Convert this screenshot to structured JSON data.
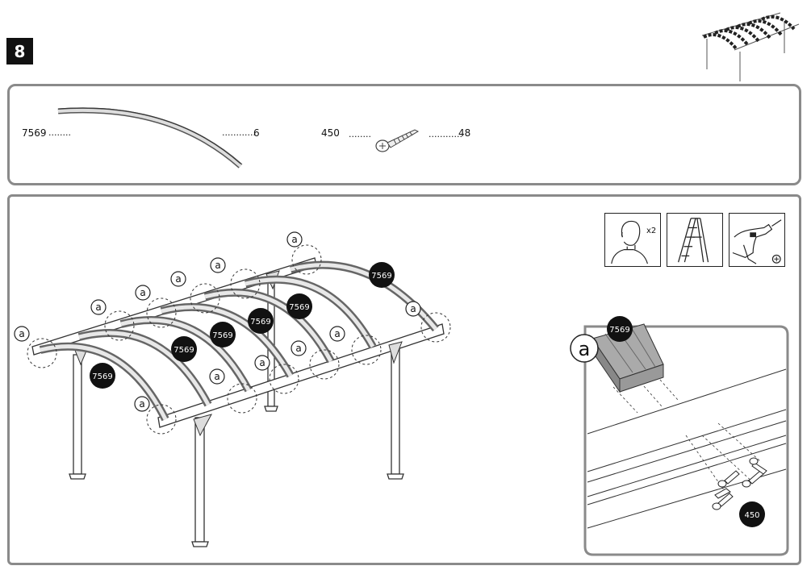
{
  "step_number": "8",
  "parts": [
    {
      "code": "7569",
      "dots_left": "........",
      "dots_right": "............",
      "qty": "6",
      "icon": "curved-rafter-icon"
    },
    {
      "code": "450",
      "dots_left": "........",
      "dots_right": "............",
      "qty": "48",
      "icon": "screw-icon"
    }
  ],
  "tools": [
    {
      "name": "person-icon",
      "label": "x2"
    },
    {
      "name": "ladder-icon"
    },
    {
      "name": "drill-icon",
      "bit": "phillips-bit-icon"
    }
  ],
  "callouts": {
    "rafter_code": "7569",
    "screw_code": "450",
    "point_letter": "a"
  },
  "colors": {
    "frame": "#8a8a8a",
    "badge": "#111111",
    "rafter": "#999999"
  }
}
